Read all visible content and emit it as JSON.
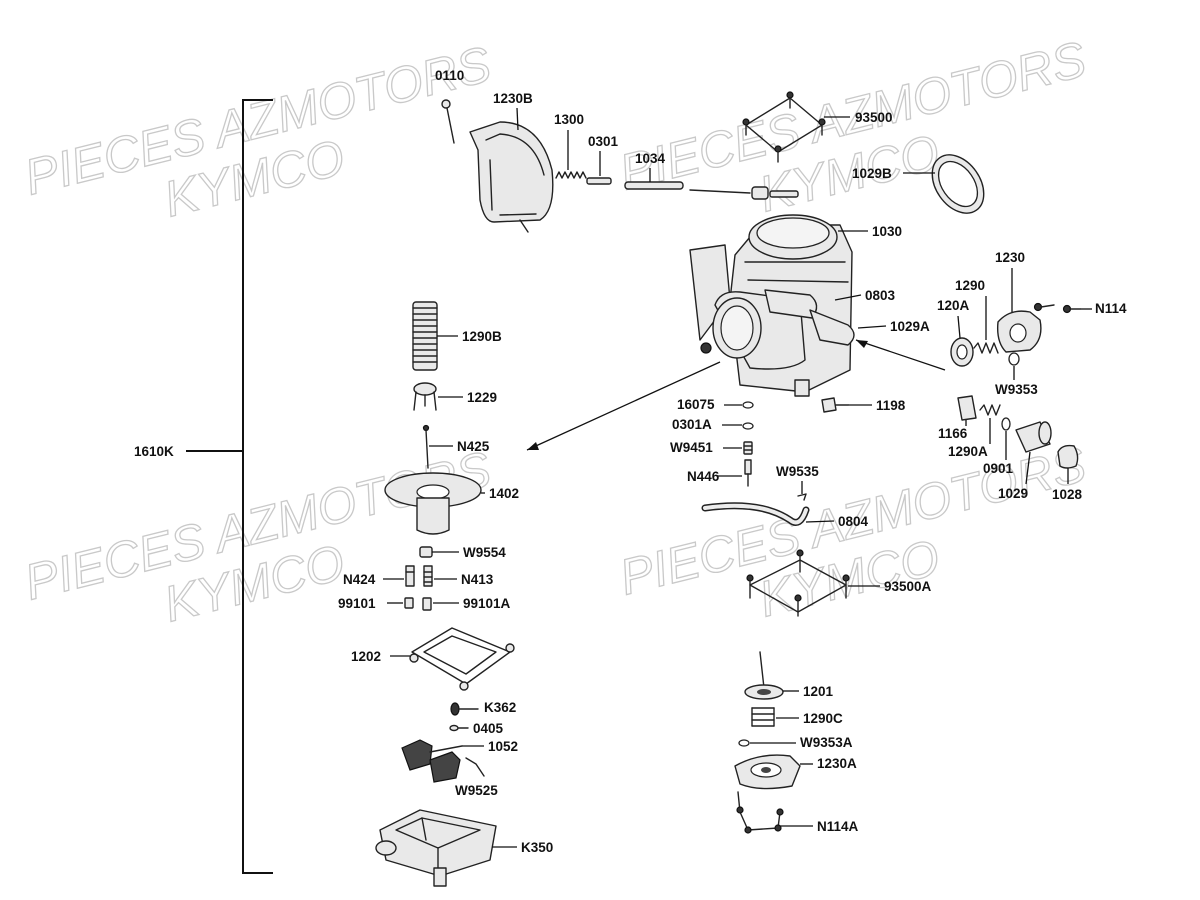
{
  "watermarks": [
    {
      "line1": "PIECES AZMOTORS",
      "line2": "KYMCO"
    },
    {
      "line1": "PIECES AZMOTORS",
      "line2": "KYMCO"
    },
    {
      "line1": "PIECES AZMOTORS",
      "line2": "KYMCO"
    },
    {
      "line1": "PIECES AZMOTORS",
      "line2": "KYMCO"
    }
  ],
  "assembly_label": "1610K",
  "parts": {
    "p0110": "0110",
    "p1230B": "1230B",
    "p1300": "1300",
    "p0301": "0301",
    "p1034": "1034",
    "p93500": "93500",
    "p1029B": "1029B",
    "p1030": "1030",
    "p1230": "1230",
    "p1290": "1290",
    "p120A": "120A",
    "pN114": "N114",
    "p0803": "0803",
    "p1029A": "1029A",
    "pW9353": "W9353",
    "p1290B": "1290B",
    "p1229": "1229",
    "pN425": "N425",
    "p1402": "1402",
    "pW9554": "W9554",
    "pN424": "N424",
    "pN413": "N413",
    "p99101": "99101",
    "p99101A": "99101A",
    "p1202": "1202",
    "pK362": "K362",
    "p0405": "0405",
    "p1052": "1052",
    "pW9525": "W9525",
    "pK350": "K350",
    "p16075": "16075",
    "p0301A": "0301A",
    "pW9451": "W9451",
    "pN446": "N446",
    "pW9535": "W9535",
    "p1198": "1198",
    "p0804": "0804",
    "p93500A": "93500A",
    "p1166": "1166",
    "p1290A": "1290A",
    "p0901": "0901",
    "p1029": "1029",
    "p1028": "1028",
    "p1201": "1201",
    "p1290C": "1290C",
    "pW9353A": "W9353A",
    "p1230A": "1230A",
    "pN114A": "N114A"
  }
}
